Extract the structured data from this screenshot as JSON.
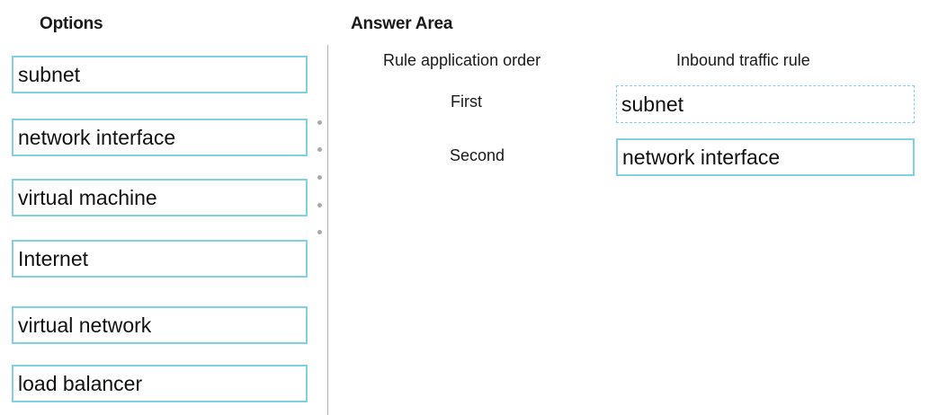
{
  "options_panel": {
    "heading": "Options",
    "items": [
      {
        "label": "subnet"
      },
      {
        "label": "network interface"
      },
      {
        "label": "virtual machine"
      },
      {
        "label": "Internet"
      },
      {
        "label": "virtual network"
      },
      {
        "label": "load balancer"
      }
    ]
  },
  "answer_area": {
    "heading": "Answer Area",
    "columns": {
      "order": "Rule application order",
      "rule": "Inbound traffic rule"
    },
    "rows": [
      {
        "order": "First",
        "answer": "subnet"
      },
      {
        "order": "Second",
        "answer": "network interface"
      }
    ]
  },
  "colors": {
    "box_border": "#7fd1e6",
    "divider": "#b5b5b5"
  }
}
